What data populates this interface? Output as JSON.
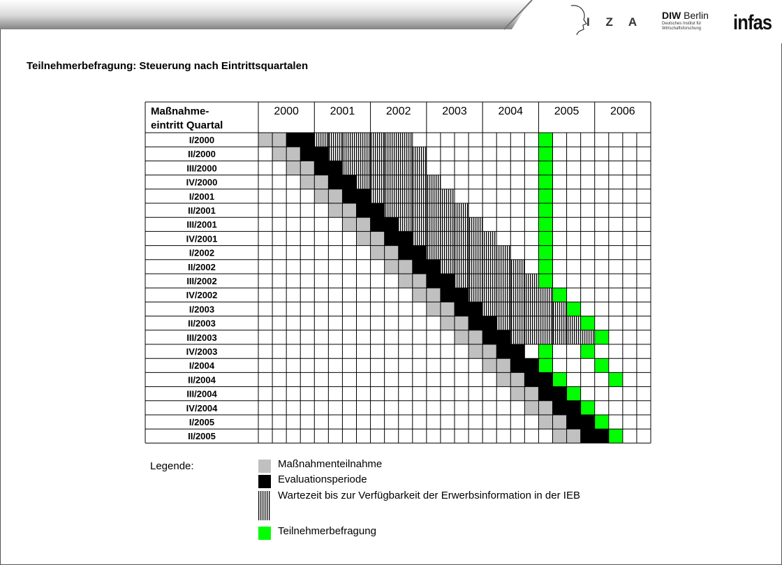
{
  "page_title": "Teilnehmerbefragung: Steuerung nach Eintrittsquartalen",
  "logos": {
    "iza": "I Z A",
    "diw_bold": "DIW",
    "diw_rest": " Berlin",
    "diw_sub": "Deutsches Institut für Wirtschaftsforschung",
    "infas": "infas"
  },
  "colors": {
    "participation": "#c0c0c0",
    "evaluation": "#000000",
    "waiting": "hatched-vertical",
    "survey": "#00ff00"
  },
  "chart_data": {
    "type": "table",
    "header_label_line1": "Maßnahme-",
    "header_label_line2": "eintritt Quartal",
    "years": [
      "2000",
      "2001",
      "2002",
      "2003",
      "2004",
      "2005",
      "2006"
    ],
    "quarters_per_year": 4,
    "row_labels": [
      "I/2000",
      "II/2000",
      "III/2000",
      "IV/2000",
      "I/2001",
      "II/2001",
      "III/2001",
      "IV/2001",
      "I/2002",
      "II/2002",
      "III/2002",
      "IV/2002",
      "I/2003",
      "II/2003",
      "III/2003",
      "IV/2003",
      "I/2004",
      "II/2004",
      "III/2004",
      "IV/2004",
      "I/2005",
      "II/2005"
    ],
    "rows": [
      {
        "participation": [
          0,
          1
        ],
        "evaluation": [
          2,
          3
        ],
        "waiting": [
          4,
          10
        ],
        "survey": [
          20
        ]
      },
      {
        "participation": [
          1,
          2
        ],
        "evaluation": [
          3,
          4
        ],
        "waiting": [
          5,
          11
        ],
        "survey": [
          20
        ]
      },
      {
        "participation": [
          2,
          3
        ],
        "evaluation": [
          4,
          5
        ],
        "waiting": [
          6,
          11
        ],
        "survey": [
          20
        ]
      },
      {
        "participation": [
          3,
          4
        ],
        "evaluation": [
          5,
          6
        ],
        "waiting": [
          7,
          12
        ],
        "survey": [
          20
        ]
      },
      {
        "participation": [
          4,
          5
        ],
        "evaluation": [
          6,
          7
        ],
        "waiting": [
          8,
          13
        ],
        "survey": [
          20
        ]
      },
      {
        "participation": [
          5,
          6
        ],
        "evaluation": [
          7,
          8
        ],
        "waiting": [
          9,
          14
        ],
        "survey": [
          20
        ]
      },
      {
        "participation": [
          6,
          7
        ],
        "evaluation": [
          8,
          9
        ],
        "waiting": [
          10,
          15
        ],
        "survey": [
          20
        ]
      },
      {
        "participation": [
          7,
          8
        ],
        "evaluation": [
          9,
          10
        ],
        "waiting": [
          11,
          16
        ],
        "survey": [
          20
        ]
      },
      {
        "participation": [
          8,
          9
        ],
        "evaluation": [
          10,
          11
        ],
        "waiting": [
          12,
          17
        ],
        "survey": [
          20
        ]
      },
      {
        "participation": [
          9,
          10
        ],
        "evaluation": [
          11,
          12
        ],
        "waiting": [
          13,
          18
        ],
        "survey": [
          20
        ]
      },
      {
        "participation": [
          10,
          11
        ],
        "evaluation": [
          12,
          13
        ],
        "waiting": [
          14,
          19
        ],
        "survey": [
          20
        ]
      },
      {
        "participation": [
          11,
          12
        ],
        "evaluation": [
          13,
          14
        ],
        "waiting": [
          15,
          20
        ],
        "survey": [
          21
        ]
      },
      {
        "participation": [
          12,
          13
        ],
        "evaluation": [
          14,
          15
        ],
        "waiting": [
          16,
          21
        ],
        "survey": [
          22
        ]
      },
      {
        "participation": [
          13,
          14
        ],
        "evaluation": [
          15,
          16
        ],
        "waiting": [
          17,
          22
        ],
        "survey": [
          23
        ]
      },
      {
        "participation": [
          14,
          15
        ],
        "evaluation": [
          16,
          17
        ],
        "waiting": [
          18,
          23
        ],
        "survey": [
          24
        ]
      },
      {
        "participation": [
          15,
          16
        ],
        "evaluation": [
          17,
          18
        ],
        "waiting": [],
        "survey": [
          20,
          23
        ]
      },
      {
        "participation": [
          16,
          17
        ],
        "evaluation": [
          18,
          19
        ],
        "waiting": [],
        "survey": [
          20,
          24
        ]
      },
      {
        "participation": [
          17,
          18
        ],
        "evaluation": [
          19,
          20
        ],
        "waiting": [],
        "survey": [
          21,
          25
        ]
      },
      {
        "participation": [
          18,
          19
        ],
        "evaluation": [
          20,
          21
        ],
        "waiting": [],
        "survey": [
          22
        ]
      },
      {
        "participation": [
          19,
          20
        ],
        "evaluation": [
          21,
          22
        ],
        "waiting": [],
        "survey": [
          23
        ]
      },
      {
        "participation": [
          20,
          21
        ],
        "evaluation": [
          22,
          23
        ],
        "waiting": [],
        "survey": [
          24
        ]
      },
      {
        "participation": [
          21,
          22
        ],
        "evaluation": [
          23,
          24
        ],
        "waiting": [],
        "survey": [
          25
        ]
      }
    ]
  },
  "legend": {
    "label": "Legende:",
    "items": [
      {
        "key": "participation",
        "text": "Maßnahmenteilnahme"
      },
      {
        "key": "evaluation",
        "text": "Evaluationsperiode"
      },
      {
        "key": "waiting",
        "text": "Wartezeit bis zur Verfügbarkeit der Erwerbsinformation in der IEB"
      },
      {
        "key": "survey",
        "text": "Teilnehmerbefragung"
      }
    ]
  }
}
